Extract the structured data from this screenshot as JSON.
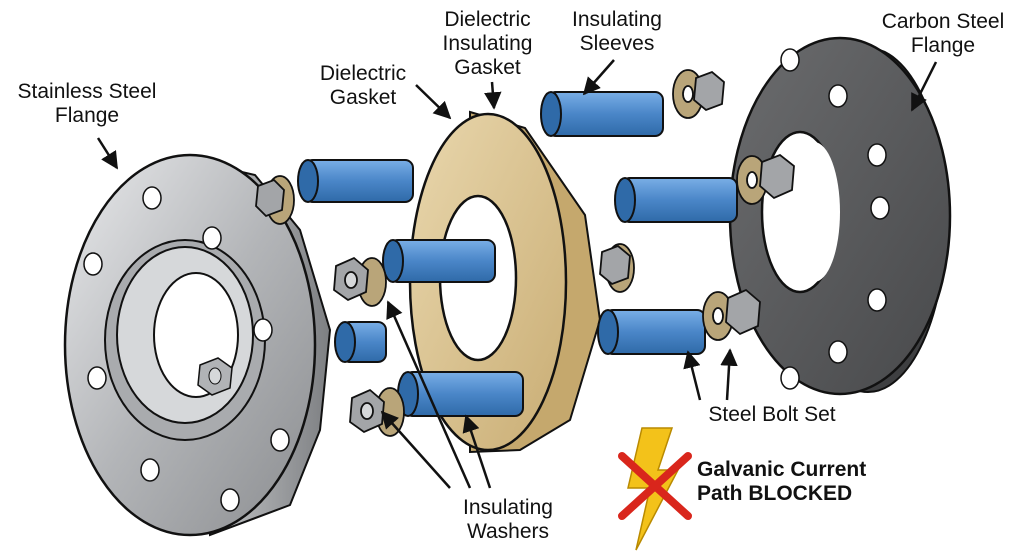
{
  "labels": {
    "stainless_flange": [
      "Stainless Steel",
      "Flange"
    ],
    "dielectric_gasket": [
      "Dielectric",
      "Gasket"
    ],
    "dielectric_insulating_gasket": [
      "Dielectric",
      "Insulating",
      "Gasket"
    ],
    "insulating_sleeves": [
      "Insulating",
      "Sleeves"
    ],
    "carbon_flange": [
      "Carbon Steel",
      "Flange"
    ],
    "steel_bolt_set": "Steel Bolt Set",
    "insulating_washers": [
      "Insulating",
      "Washers"
    ],
    "galvanic": [
      "Galvanic Current",
      "Path BLOCKED"
    ]
  },
  "colors": {
    "stainless": "#b8babd",
    "carbon": "#58595b",
    "gasket": "#d8c08e",
    "sleeve": "#4a86c8",
    "washer": "#b9a579",
    "bolt": "#9a9c9f",
    "lightning": "#f3c21a",
    "cross": "#d9261c"
  },
  "icons": [
    "lightning-bolt-icon",
    "red-cross-icon",
    "arrow-icon"
  ]
}
